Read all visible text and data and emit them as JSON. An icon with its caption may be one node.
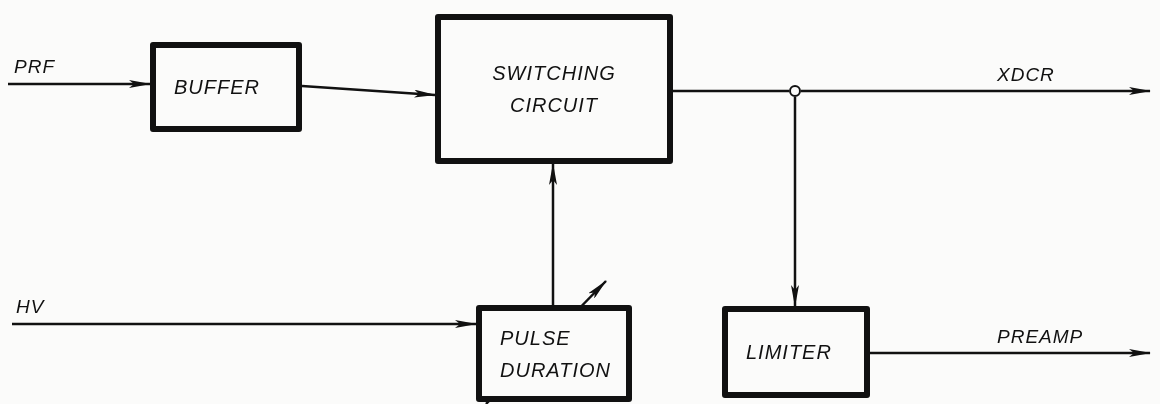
{
  "diagram": {
    "nodes": [
      {
        "text": [
          "BUFFER"
        ]
      },
      {
        "text": [
          "SWITCHING CIRCUIT"
        ]
      },
      {
        "text": [
          "PULSE DURATION"
        ]
      },
      {
        "text": [
          "LIMITER"
        ]
      },
      {
        "text": [],
        "shape": "circle"
      }
    ],
    "edges": [
      {
        "from": null,
        "to": 0,
        "arrow": "to",
        "label": "PRF"
      },
      {
        "from": 0,
        "to": 1,
        "arrow": "to"
      },
      {
        "from": 2,
        "to": 1,
        "arrow": "to"
      },
      {
        "from": 1,
        "to": 4,
        "arrow": "none"
      },
      {
        "from": 4,
        "to": null,
        "arrow": "to",
        "label": "XDCR"
      },
      {
        "from": 4,
        "to": 3,
        "arrow": "to"
      },
      {
        "from": null,
        "to": 2,
        "arrow": "to",
        "label": "HV"
      },
      {
        "from": 3,
        "to": null,
        "arrow": "to",
        "label": "PREAMP"
      }
    ]
  }
}
